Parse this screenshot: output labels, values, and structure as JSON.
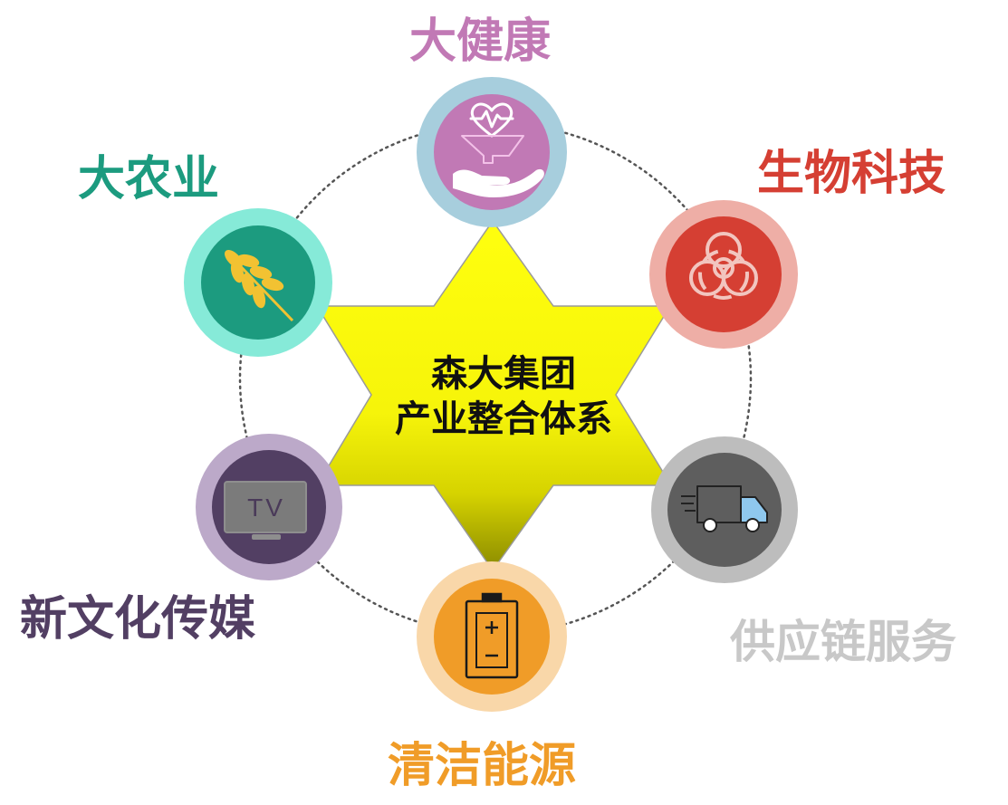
{
  "center": {
    "line1": "森大集团",
    "line2": "产业整合体系"
  },
  "sectors": [
    {
      "id": "health",
      "label": "大健康",
      "icon": "hand-heart-icon",
      "color": "#c179b5",
      "ring": "#a7cedd"
    },
    {
      "id": "biotech",
      "label": "生物科技",
      "icon": "biohazard-icon",
      "color": "#d53f33",
      "ring": "#eeaea6"
    },
    {
      "id": "supply-chain",
      "label": "供应链服务",
      "icon": "truck-icon",
      "color": "#5e5e5e",
      "ring": "#bdbdbd",
      "label_color": "#c8c8c8"
    },
    {
      "id": "clean-energy",
      "label": "清洁能源",
      "icon": "battery-icon",
      "color": "#f09c28",
      "ring": "#f9d7a9"
    },
    {
      "id": "media",
      "label": "新文化传媒",
      "icon": "tv-icon",
      "color": "#523f63",
      "ring": "#bca9c9"
    },
    {
      "id": "agriculture",
      "label": "大农业",
      "icon": "wheat-icon",
      "color": "#1c9b7f",
      "ring": "#86ead8"
    }
  ],
  "tv_icon_text": "TV",
  "star": {
    "top_color": "#ffff0e",
    "bottom_color": "#8a8a00",
    "outline": "#9a9a9a"
  }
}
